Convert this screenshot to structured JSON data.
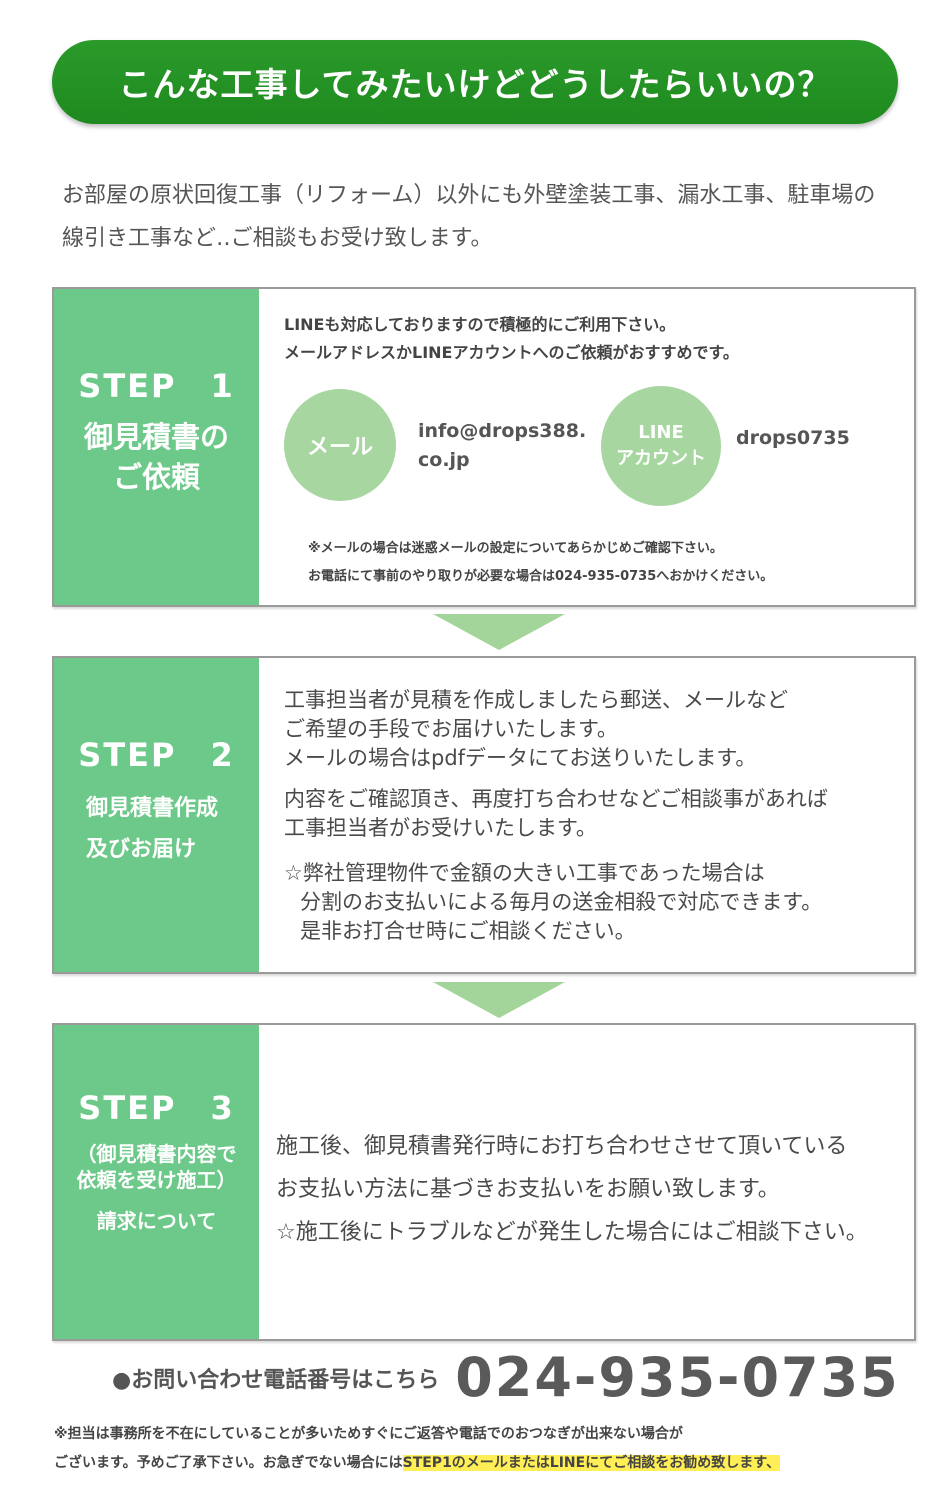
{
  "banner": {
    "title": "こんな工事してみたいけどどうしたらいいの？"
  },
  "intro": {
    "line1": "お部屋の原状回復工事（リフォーム）以外にも外壁塗装工事、漏水工事、駐車場の",
    "line2": "線引き工事など‥ご相談もお受け致します。"
  },
  "step1": {
    "num": "STEP　1",
    "title1": "御見積書の",
    "title2": "ご依頼",
    "line1": "LINEも対応しておりますので積極的にご利用下さい。",
    "line2": "メールアドレスかLINEアカウントへのご依頼がおすすめです。",
    "mail_label": "メール",
    "mail_addr1": "info@drops388.",
    "mail_addr2": "co.jp",
    "line_label1": "LINE",
    "line_label2": "アカウント",
    "line_id": "drops0735",
    "note1": "※メールの場合は迷惑メールの設定についてあらかじめご確認下さい。",
    "note2": "お電話にて事前のやり取りが必要な場合は024-935-0735へおかけください。"
  },
  "step2": {
    "num": "STEP　2",
    "title1": "御見積書作成",
    "title2": "及びお届け",
    "p1": "工事担当者が見積を作成しましたら郵送、メールなど",
    "p2": "ご希望の手段でお届けいたします。",
    "p3": "メールの場合はpdfデータにてお送りいたします。",
    "p4": "内容をご確認頂き、再度打ち合わせなどご相談事があれば",
    "p5": "工事担当者がお受けいたします。",
    "p6": "☆弊社管理物件で金額の大きい工事であった場合は",
    "p7": "分割のお支払いによる毎月の送金相殺で対応できます。",
    "p8": "是非お打合せ時にご相談ください。"
  },
  "step3": {
    "num": "STEP　3",
    "title1": "（御見積書内容で",
    "title2": "依頼を受け施工）",
    "sub": "請求について",
    "p1": "施工後、御見積書発行時にお打ち合わせさせて頂いている",
    "p2": "お支払い方法に基づきお支払いをお願い致します。",
    "p3": "☆施工後にトラブルなどが発生した場合にはご相談下さい。"
  },
  "contact": {
    "label": "●お問い合わせ電話番号はこちら",
    "phone": "024-935-0735"
  },
  "footer": {
    "line1": "※担当は事務所を不在にしていることが多いためすぐにご返答や電話でのおつなぎが出来ない場合が",
    "line2_plain": "ございます。予めご了承下さい。お急ぎでない場合には",
    "line2_highlight": "STEP1のメールまたはLINEにてご相談をお勧め致します、"
  },
  "colors": {
    "banner": "#1f8a1f",
    "step_label": "#6dc98a",
    "circle": "#a7d6a0",
    "arrow": "#a3d49a",
    "highlight": "#ffee55"
  }
}
